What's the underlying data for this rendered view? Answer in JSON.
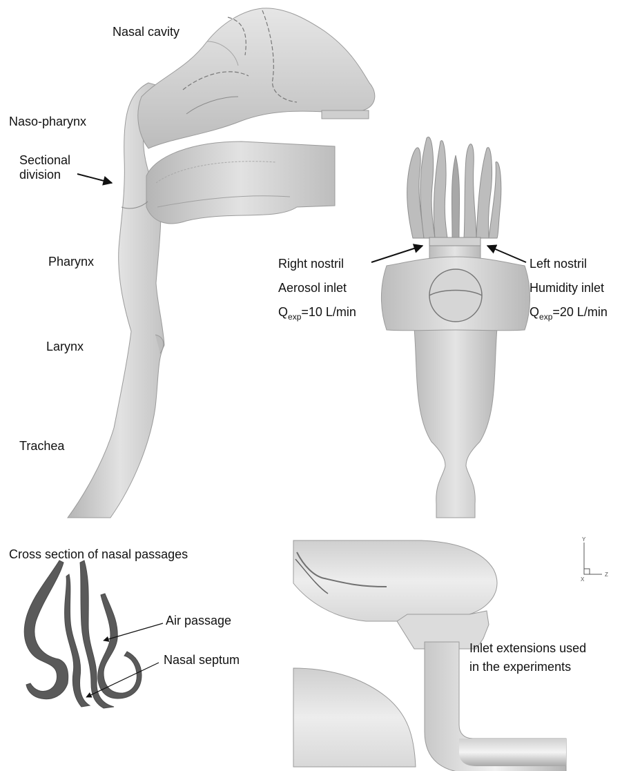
{
  "labels": {
    "nasal_cavity": "Nasal cavity",
    "naso_pharynx": "Naso-pharynx",
    "sectional_division_line1": "Sectional",
    "sectional_division_line2": "division",
    "pharynx": "Pharynx",
    "larynx": "Larynx",
    "trachea": "Trachea",
    "right_nostril": "Right nostril",
    "aerosol_inlet": "Aerosol inlet",
    "q_right_prefix": "Q",
    "q_right_sub": "exp",
    "q_right_value": "=10 L/min",
    "left_nostril": "Left nostril",
    "humidity_inlet": "Humidity inlet",
    "q_left_prefix": "Q",
    "q_left_sub": "exp",
    "q_left_value": "=20 L/min",
    "cross_section_title": "Cross section of nasal passages",
    "air_passage": "Air passage",
    "nasal_septum": "Nasal septum",
    "inlet_ext_line1": "Inlet extensions used",
    "inlet_ext_line2": "in the experiments"
  },
  "axes_triad": {
    "y": "Y",
    "x": "X",
    "z": "Z"
  },
  "colors": {
    "surface": "#c8c8c8",
    "surface_dark": "#9a9a9a",
    "section_fill": "#5a5a5a",
    "text": "#111111"
  }
}
